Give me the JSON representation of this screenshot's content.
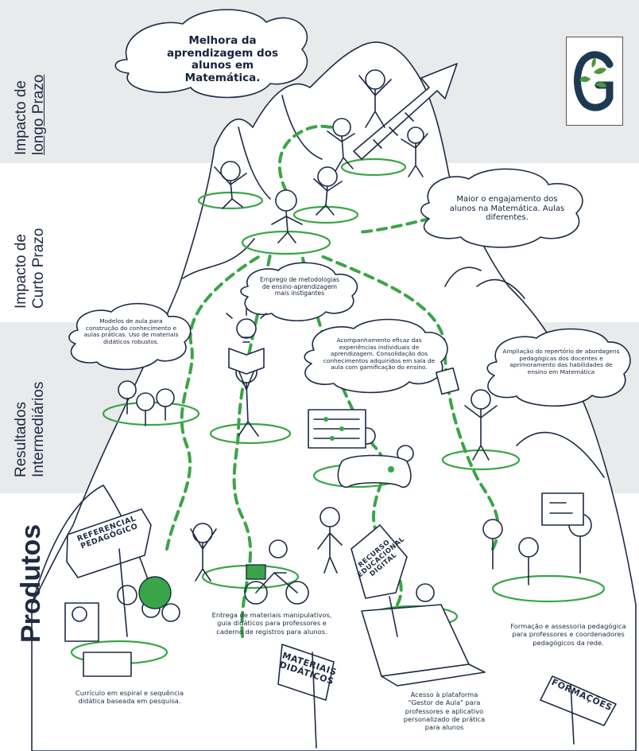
{
  "stage_labels": {
    "long_term": {
      "line1": "Impacto de",
      "line2": "longo Prazo"
    },
    "short_term": {
      "line1": "Impacto de",
      "line2": "Curto Prazo"
    },
    "intermediate": {
      "line1": "Resultados",
      "line2": "Intermediários"
    },
    "products": {
      "line1": "Produtos"
    }
  },
  "clouds": {
    "long_term_impact": "Melhora da aprendizagem dos alunos em Matemática.",
    "short_term_impact": "Maior o engajamento dos alunos na Matemática. Aulas diferentes.",
    "methodologies": "Emprego de metodologias de ensino-aprendizagem mais instigantes",
    "class_models": "Modelos de aula para construção do conhecimento e aulas práticas. Uso de materiais didáticos robustos.",
    "monitoring": "Acompanhamento eficaz das experiências individuais de aprendizagem. Consolidação dos conhecimentos adquiridos em sala de aula com gamificação do ensino.",
    "repertoire": "Ampliação do repertório de abordagens pedagógicas dos docentes e aprimoramento das habilidades de ensino em Matemática"
  },
  "signs": {
    "referencial": "REFERENCIAL PEDAGÓGICO",
    "recurso": "RECURSO EDUCACIONAL DIGITAL",
    "materiais": "MATERIAIS DIDÁTICOS",
    "formacoes": "FORMAÇÕES"
  },
  "captions": {
    "curriculo": "Currículo em espiral e sequência didática baseada em pesquisa.",
    "entrega": "Entrega de materiais manipulativos, guia didáticos para professores e caderno de registros para alunos.",
    "acesso": "Acesso à plataforma \"Gestor de Aula\" para professores e aplicativo personalizado de prática para alunos",
    "formacao": "Formação e assessoria pedagógica para professores e coordenadores pedagógicos da rede."
  },
  "colors": {
    "band": "#e8eaec",
    "green": "#3aa548",
    "ink": "#1d2b44",
    "logo_green": "#4a9a3c",
    "logo_navy": "#1e3a52"
  },
  "icons": [
    "logo-icon",
    "lightbulb-icon",
    "abacus-icon",
    "game-controller-icon",
    "bicycle-icon",
    "laptop-icon",
    "globe-icon",
    "arrow-up-icon",
    "tablet-icon",
    "book-icon"
  ]
}
